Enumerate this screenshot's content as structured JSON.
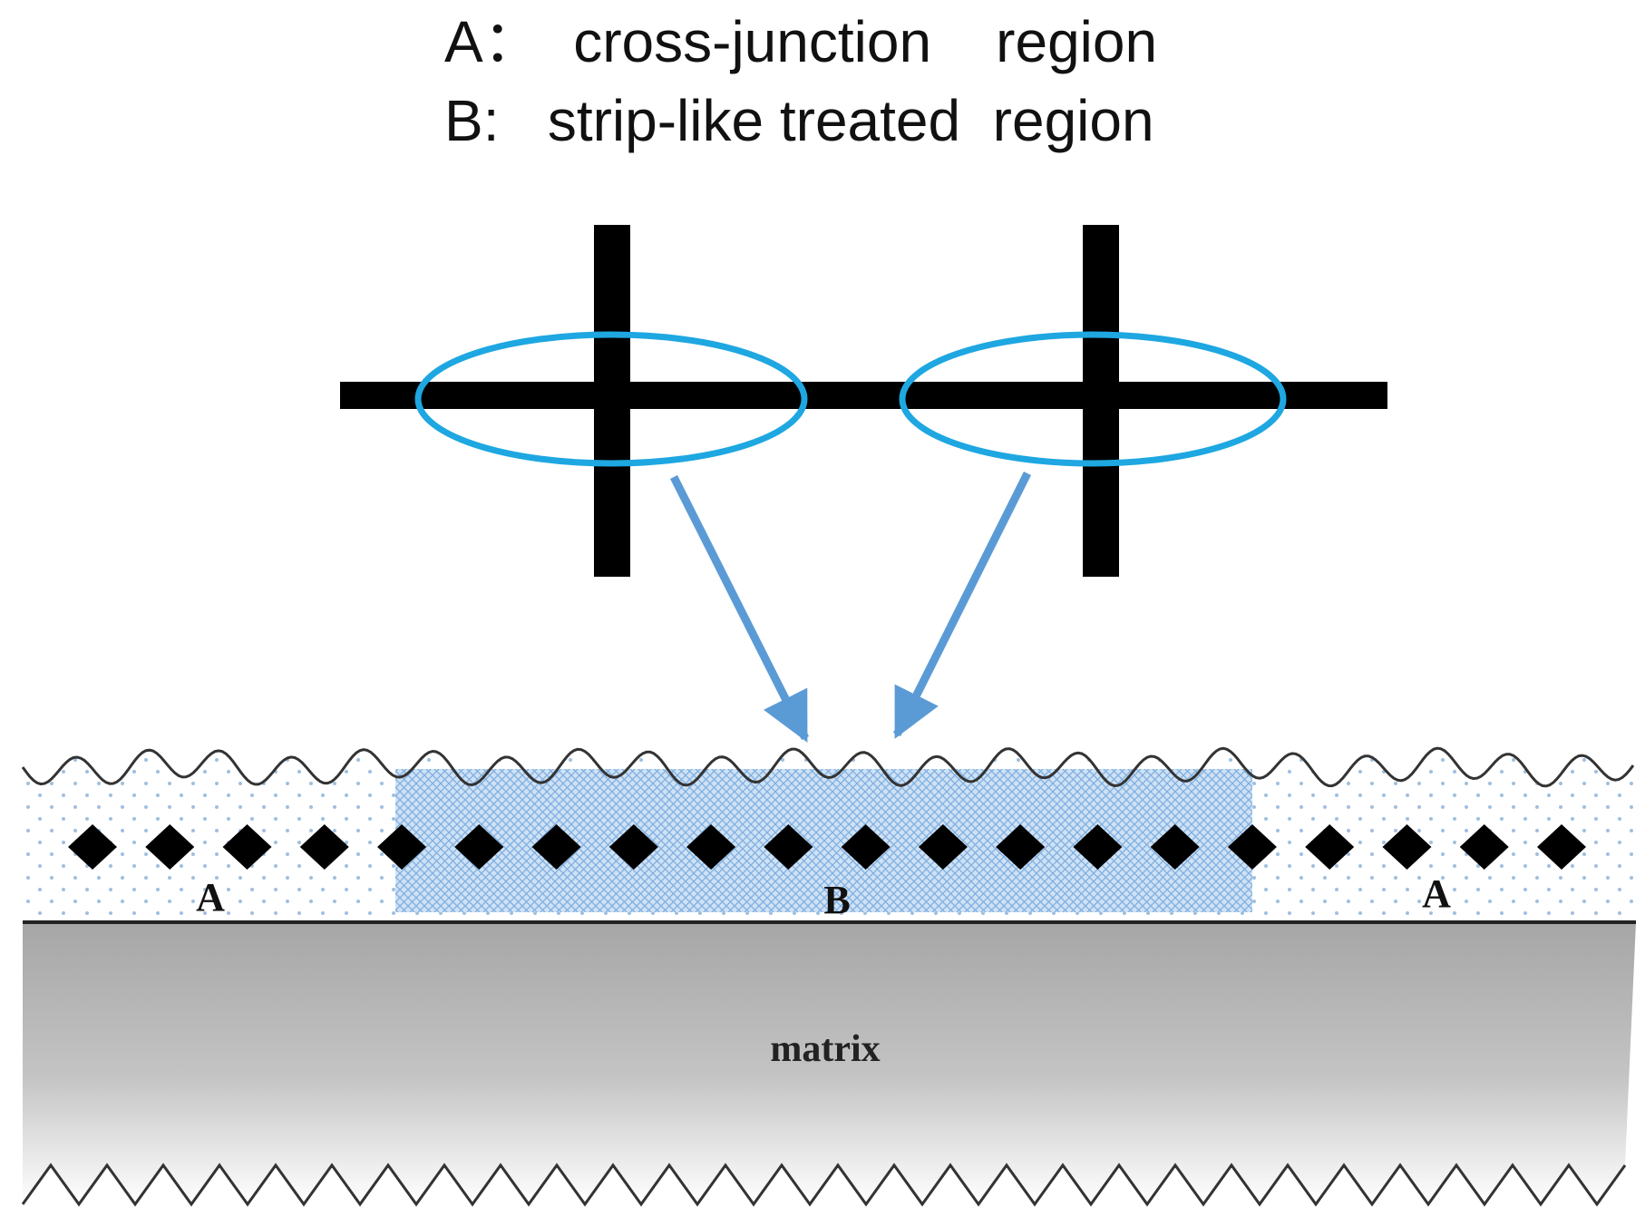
{
  "legend": {
    "line_a": "A：  cross-junction    region",
    "line_b": "B:   strip-like treated  region"
  },
  "regions": {
    "left_label": "A",
    "center_label": "B",
    "right_label": "A"
  },
  "matrix": {
    "label": "matrix"
  },
  "colors": {
    "ellipse": "#1ea7e1",
    "arrow": "#5b9bd5",
    "cross": "#000000",
    "treated_fill": "#9ec5ea",
    "dot": "#9fbfe0",
    "matrix_top": "#a6a6a6",
    "matrix_bottom": "#ffffff"
  }
}
